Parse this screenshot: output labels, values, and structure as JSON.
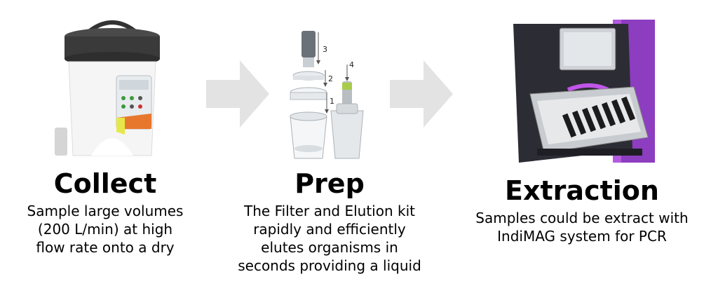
{
  "steps": [
    {
      "title": "Collect",
      "lines": [
        "Sample large volumes",
        "(200 L/min) at high",
        "flow rate onto a dry"
      ]
    },
    {
      "title": "Prep",
      "lines": [
        "The Filter and Elution kit",
        "rapidly and efficiently",
        "elutes organisms in",
        "seconds providing a liquid"
      ]
    },
    {
      "title": "Extraction",
      "lines": [
        "Samples could be extract with",
        "IndiMAG system for PCR"
      ]
    }
  ],
  "prep_diagram_labels": [
    "3",
    "2",
    "1",
    "4"
  ],
  "colors": {
    "arrow": "#e3e3e3",
    "device_lid": "#3a3a3a",
    "device_body": "#f5f5f5",
    "accent_orange": "#e8772e",
    "accent_yellow": "#e6e84a",
    "extractor_body": "#2c2c34",
    "extractor_purple": "#a64ad8"
  }
}
